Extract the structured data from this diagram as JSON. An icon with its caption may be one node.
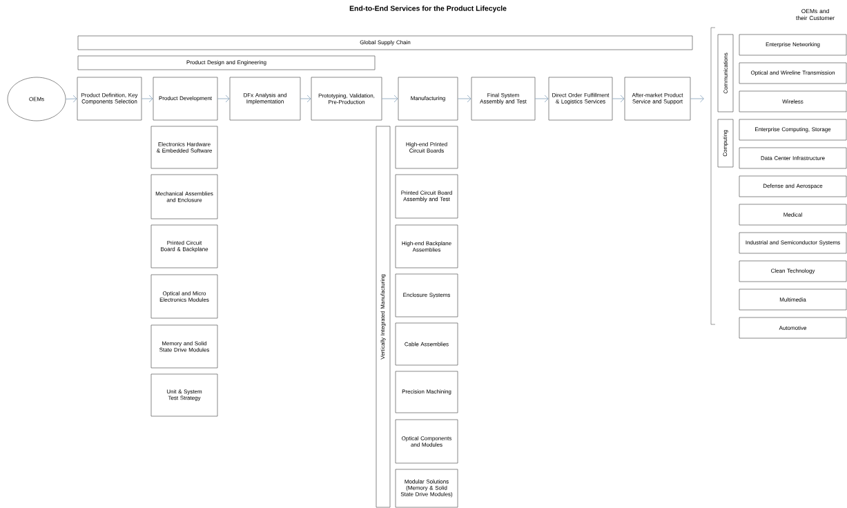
{
  "diagram": {
    "title": "End-to-End Services for the Product Lifecycle",
    "nodes": [
      {
        "text": [
          "Global Supply Chain"
        ]
      },
      {
        "text": [
          "Product Design and Engineering"
        ]
      },
      {
        "text": [
          "OEMs"
        ]
      },
      {
        "text": [
          "Product Definition, Key Components Selection"
        ]
      },
      {
        "text": [
          "Product Development"
        ]
      },
      {
        "text": [
          "DFx Analysis and Implementation"
        ]
      },
      {
        "text": [
          "Prototyping, Validation, Pre-Production"
        ]
      },
      {
        "text": [
          "Manufacturing"
        ]
      },
      {
        "text": [
          "Final System Assembly and Test"
        ]
      },
      {
        "text": [
          "Direct Order Fulfillment & Logistics Services"
        ]
      },
      {
        "text": [
          "After-market Product Service and Support"
        ]
      },
      {
        "text": [
          "Communications"
        ]
      },
      {
        "text": [
          "Computing"
        ]
      },
      {
        "text": [
          "Enterprise Networking"
        ]
      },
      {
        "text": [
          "Optical and Wireline Transmission"
        ]
      },
      {
        "text": [
          "Wireless"
        ]
      },
      {
        "text": [
          "Enterprise Computing, Storage"
        ]
      },
      {
        "text": [
          "Data Center Infrastructure"
        ]
      },
      {
        "text": [
          "Defense and Aerospace"
        ]
      },
      {
        "text": [
          "Medical"
        ]
      },
      {
        "text": [
          "Industrial and Semiconductor Systems"
        ]
      },
      {
        "text": [
          "Clean Technology"
        ]
      },
      {
        "text": [
          "Multimedia"
        ]
      },
      {
        "text": [
          "Automotive"
        ]
      },
      {
        "text": [
          "Electronics Hardware & Embedded Software"
        ]
      },
      {
        "text": [
          "Mechanical Assemblies and Enclosure"
        ]
      },
      {
        "text": [
          "Printed Circuit Board & Backplane"
        ]
      },
      {
        "text": [
          "Optical and Micro Electronics Modules"
        ]
      },
      {
        "text": [
          "Memory and Solid State Drive Modules"
        ]
      },
      {
        "text": [
          "Unit & System Test Strategy"
        ]
      },
      {
        "text": [
          "Vertically Integrated Manufacturing"
        ]
      },
      {
        "text": [
          "High-end Printed Circuit Boards"
        ]
      },
      {
        "text": [
          "Printed Circuit Board Assembly and Test"
        ]
      },
      {
        "text": [
          "High-end Backplane Assemblies"
        ]
      },
      {
        "text": [
          "Enclosure Systems"
        ]
      },
      {
        "text": [
          "Cable Assemblies"
        ]
      },
      {
        "text": [
          "Precision Machining"
        ]
      },
      {
        "text": [
          "Optical Components and Modules"
        ]
      },
      {
        "text": [
          "Modular Solutions (Memory & Solid State Drive Modules)"
        ]
      }
    ],
    "edges": [
      {
        "from": 2,
        "to": 3,
        "arrow": "to"
      },
      {
        "from": 3,
        "to": 4,
        "arrow": "to"
      },
      {
        "from": 4,
        "to": 5,
        "arrow": "to"
      },
      {
        "from": 5,
        "to": 6,
        "arrow": "to"
      },
      {
        "from": 6,
        "to": 7,
        "arrow": "to"
      },
      {
        "from": 7,
        "to": 8,
        "arrow": "to"
      },
      {
        "from": 8,
        "to": 9,
        "arrow": "to"
      },
      {
        "from": 9,
        "to": 10,
        "arrow": "to"
      },
      {
        "from": 10,
        "to": null,
        "arrow": "to"
      }
    ],
    "labels": [
      "OEMs and their Customer"
    ]
  }
}
